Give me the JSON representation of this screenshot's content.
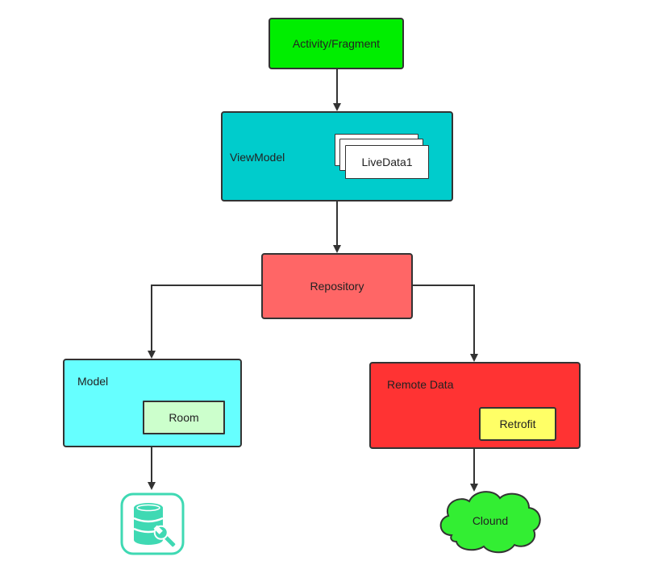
{
  "nodes": {
    "activity": {
      "label": "Activity/Fragment",
      "color": "#00ee00"
    },
    "viewmodel": {
      "label": "ViewModel",
      "color": "#00cccc"
    },
    "livedata": {
      "label": "LiveData1",
      "color": "#ffffff"
    },
    "repository": {
      "label": "Repository",
      "color": "#ff6666"
    },
    "model": {
      "label": "Model",
      "color": "#66ffff"
    },
    "room": {
      "label": "Room",
      "color": "#ccffcc"
    },
    "remote": {
      "label": "Remote Data",
      "color": "#ff3333"
    },
    "retrofit": {
      "label": "Retrofit",
      "color": "#ffff66"
    },
    "cloud": {
      "label": "Clound",
      "color": "#33ee33"
    },
    "database": {
      "icon": "database-wrench-icon",
      "color": "#3fd9b3"
    }
  }
}
